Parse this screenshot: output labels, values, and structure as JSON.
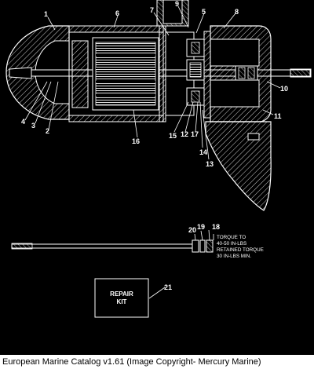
{
  "diagram": {
    "part_labels": [
      "1",
      "2",
      "3",
      "4",
      "5",
      "6",
      "7",
      "8",
      "9",
      "10",
      "11",
      "12",
      "13",
      "14",
      "15",
      "16",
      "17",
      "18",
      "19",
      "20",
      "21"
    ],
    "torque_note": [
      "TORQUE TO",
      "40-50 IN-LBS",
      "RETAINED TORQUE",
      "30 IN-LBS MIN."
    ],
    "repair_kit": [
      "REPAIR",
      "KIT"
    ]
  },
  "footer": {
    "caption": "European Marine Catalog v1.61 (Image Copyright- Mercury Marine)"
  },
  "colors": {
    "background": "#000000",
    "line": "#ffffff",
    "footer_bg": "#ffffff",
    "footer_text": "#000000"
  }
}
